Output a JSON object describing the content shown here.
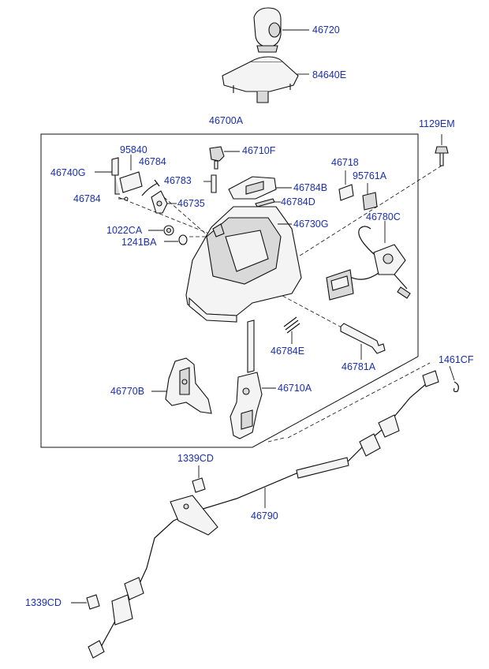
{
  "diagram": {
    "parts": [
      {
        "id": "p46720",
        "number": "46720"
      },
      {
        "id": "p84640E",
        "number": "84640E"
      },
      {
        "id": "p46700A",
        "number": "46700A"
      },
      {
        "id": "p1129EM",
        "number": "1129EM"
      },
      {
        "id": "p95840",
        "number": "95840"
      },
      {
        "id": "p46710F",
        "number": "46710F"
      },
      {
        "id": "p46784a",
        "number": "46784"
      },
      {
        "id": "p46740G",
        "number": "46740G"
      },
      {
        "id": "p46783",
        "number": "46783"
      },
      {
        "id": "p46718",
        "number": "46718"
      },
      {
        "id": "p95761A",
        "number": "95761A"
      },
      {
        "id": "p46784B",
        "number": "46784B"
      },
      {
        "id": "p46784b",
        "number": "46784"
      },
      {
        "id": "p46735",
        "number": "46735"
      },
      {
        "id": "p46784D",
        "number": "46784D"
      },
      {
        "id": "p46780C",
        "number": "46780C"
      },
      {
        "id": "p46730G",
        "number": "46730G"
      },
      {
        "id": "p1022CA",
        "number": "1022CA"
      },
      {
        "id": "p1241BA",
        "number": "1241BA"
      },
      {
        "id": "p46784E",
        "number": "46784E"
      },
      {
        "id": "p46781A",
        "number": "46781A"
      },
      {
        "id": "p1461CF",
        "number": "1461CF"
      },
      {
        "id": "p46770B",
        "number": "46770B"
      },
      {
        "id": "p46710A",
        "number": "46710A"
      },
      {
        "id": "p1339CDa",
        "number": "1339CD"
      },
      {
        "id": "p46790",
        "number": "46790"
      },
      {
        "id": "p1339CDb",
        "number": "1339CD"
      }
    ]
  }
}
